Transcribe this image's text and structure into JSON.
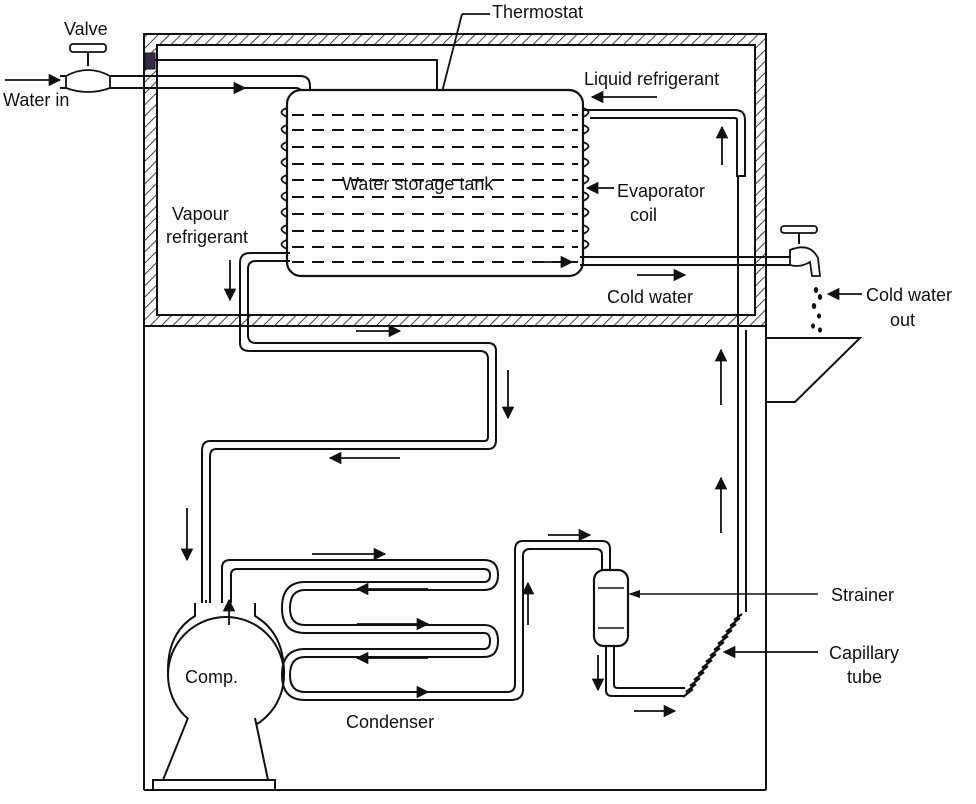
{
  "labels": {
    "valve": "Valve",
    "water_in": "Water in",
    "thermostat": "Thermostat",
    "liquid_refrigerant": "Liquid refrigerant",
    "water_storage_tank": "Water storage tank",
    "evaporator_line1": "Evaporator",
    "evaporator_line2": "coil",
    "vapour_line1": "Vapour",
    "vapour_line2": "refrigerant",
    "cold_water": "Cold water",
    "cold_water_out_line1": "Cold water",
    "cold_water_out_line2": "out",
    "strainer": "Strainer",
    "capillary_line1": "Capillary",
    "capillary_line2": "tube",
    "comp": "Comp.",
    "condenser": "Condenser"
  }
}
